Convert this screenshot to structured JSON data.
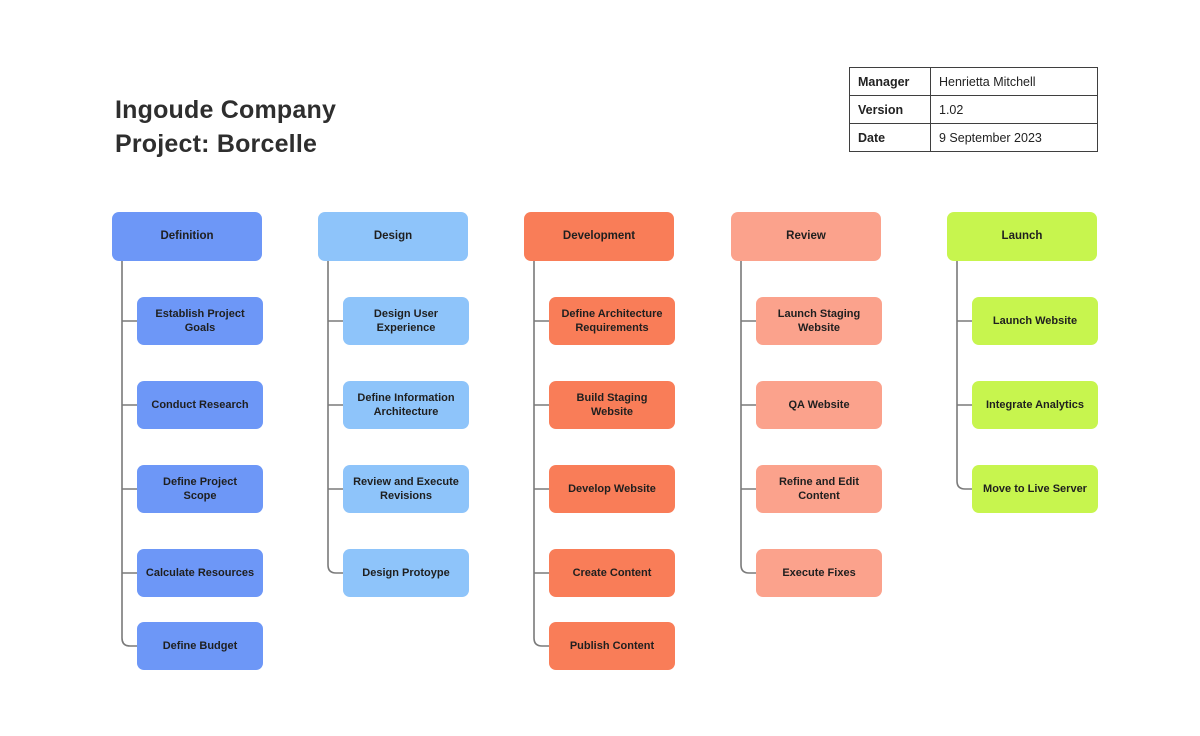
{
  "title": {
    "line1": "Ingoude Company",
    "line2": "Project: Borcelle"
  },
  "info_table": {
    "rows": [
      {
        "label": "Manager",
        "value": "Henrietta Mitchell"
      },
      {
        "label": "Version",
        "value": "1.02"
      },
      {
        "label": "Date",
        "value": "9 September 2023"
      }
    ]
  },
  "diagram": {
    "connector_color": "#7a7a7a",
    "text_color": "#1f1f1f",
    "phases": [
      {
        "id": "definition",
        "label": "Definition",
        "color": "#6d97f7",
        "tasks": [
          "Establish Project Goals",
          "Conduct Research",
          "Define Project Scope",
          "Calculate Resources",
          "Define Budget"
        ]
      },
      {
        "id": "design",
        "label": "Design",
        "color": "#8ec4fa",
        "tasks": [
          "Design User Experience",
          "Define Information Architecture",
          "Review and Execute Revisions",
          "Design Protoype"
        ]
      },
      {
        "id": "development",
        "label": "Development",
        "color": "#f97d58",
        "tasks": [
          "Define Architecture Requirements",
          "Build Staging Website",
          "Develop Website",
          "Create Content",
          "Publish Content"
        ]
      },
      {
        "id": "review",
        "label": "Review",
        "color": "#fba28c",
        "tasks": [
          "Launch Staging Website",
          "QA Website",
          "Refine and Edit Content",
          "Execute Fixes"
        ]
      },
      {
        "id": "launch",
        "label": "Launch",
        "color": "#c7f54e",
        "tasks": [
          "Launch Website",
          "Integrate Analytics",
          "Move to Live Server"
        ]
      }
    ]
  }
}
